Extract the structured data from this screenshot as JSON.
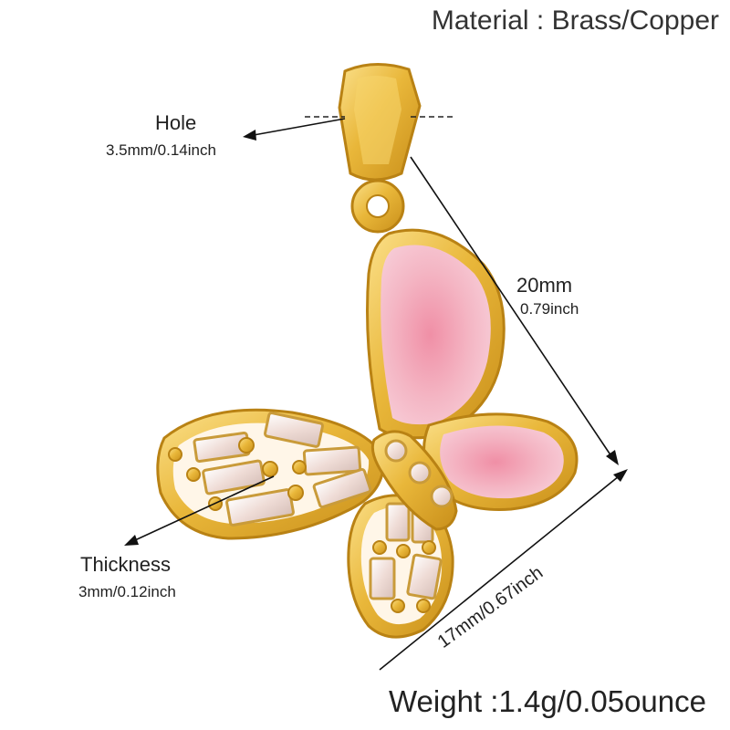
{
  "specs": {
    "material": "Material : Brass/Copper",
    "hole_label": "Hole",
    "hole_value": "3.5mm/0.14inch",
    "height_label": "20mm",
    "height_value": "0.79inch",
    "thickness_label": "Thickness",
    "thickness_value": "3mm/0.12inch",
    "width_value": "17mm/0.67inch",
    "weight": "Weight :1.4g/0.05ounce"
  },
  "colors": {
    "gold": "#e9b73a",
    "gold_dark": "#c98f1a",
    "enamel_pink": "#f4b6c4",
    "crystal": "#f3e6df"
  }
}
